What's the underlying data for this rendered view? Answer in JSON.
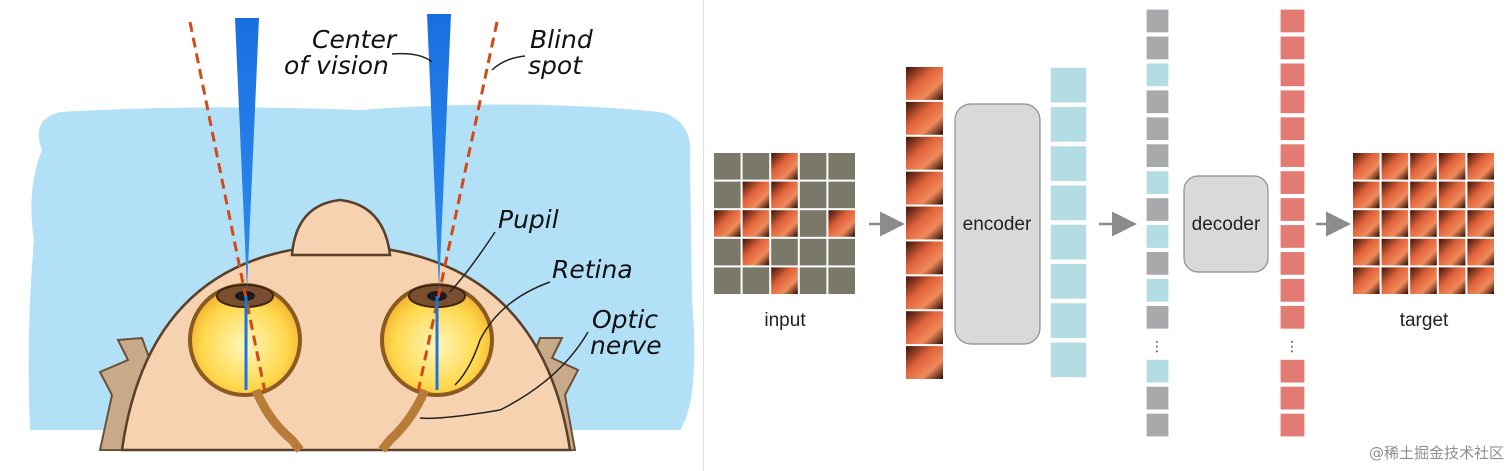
{
  "eye_diagram": {
    "labels": {
      "center_line1": "Center",
      "center_line2": "of vision",
      "blind_line1": "Blind",
      "blind_line2": "spot",
      "pupil": "Pupil",
      "retina": "Retina",
      "optic_line1": "Optic",
      "optic_line2": "nerve"
    },
    "colors": {
      "sky": "#b2e0f6",
      "ray": "#1976e0",
      "blind_line": "#d24a1a",
      "skin": "#f6d2b0",
      "eyeball": "#ffd54a",
      "hair": "#c8aa8a"
    }
  },
  "mae_pipeline": {
    "labels": {
      "input": "input",
      "encoder": "encoder",
      "decoder": "decoder",
      "target": "target",
      "ellipsis": "⋮"
    },
    "grid": {
      "rows": 5,
      "cols": 5,
      "visible_patches": [
        [
          0,
          2
        ],
        [
          1,
          1
        ],
        [
          1,
          2
        ],
        [
          2,
          0
        ],
        [
          2,
          1
        ],
        [
          2,
          2
        ],
        [
          2,
          4
        ],
        [
          3,
          1
        ],
        [
          4,
          2
        ]
      ]
    },
    "encoder_tokens": 8,
    "decoder_input_tokens": [
      "gray",
      "gray",
      "teal",
      "gray",
      "gray",
      "gray",
      "teal",
      "gray",
      "teal",
      "gray",
      "teal",
      "gray",
      "ellipsis",
      "teal",
      "gray",
      "gray"
    ],
    "decoder_output_tokens": 16,
    "colors": {
      "mask": "#7a7868",
      "teal": "#b3dde2",
      "gray": "#a7a9ab",
      "salmon": "#e27b73",
      "box": "#d9d9d9",
      "arrow": "#8c8c8c"
    }
  },
  "watermark": "@稀土掘金技术社区"
}
